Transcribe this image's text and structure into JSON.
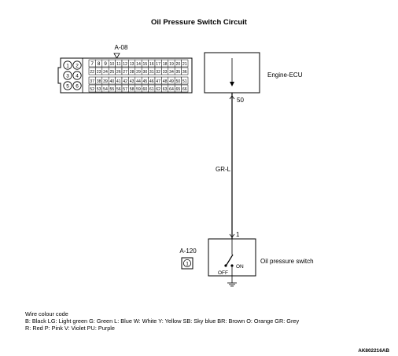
{
  "diagram": {
    "title": "Oil Pressure Switch Circuit",
    "connector_a08": {
      "label": "A-08",
      "pins_large": [
        "1",
        "2",
        "3",
        "4",
        "5",
        "6"
      ],
      "pins_row1": [
        "7",
        "8",
        "9",
        "10",
        "11",
        "12",
        "13",
        "14",
        "15",
        "16",
        "17",
        "18",
        "19",
        "20",
        "21"
      ],
      "pins_row2": [
        "22",
        "23",
        "24",
        "25",
        "26",
        "27",
        "28",
        "29",
        "30",
        "31",
        "32",
        "33",
        "34",
        "35",
        "36"
      ],
      "pins_row3": [
        "37",
        "38",
        "39",
        "40",
        "41",
        "42",
        "43",
        "44",
        "45",
        "46",
        "47",
        "48",
        "49",
        "50",
        "51"
      ],
      "pins_row4": [
        "52",
        "53",
        "54",
        "55",
        "56",
        "57",
        "58",
        "59",
        "60",
        "61",
        "62",
        "63",
        "64",
        "65",
        "66"
      ]
    },
    "ecu": {
      "label": "Engine-ECU",
      "pin": "50"
    },
    "wire": {
      "color": "GR-L"
    },
    "switch": {
      "label": "Oil pressure switch",
      "pin": "1",
      "state_off": "OFF",
      "state_on": "ON"
    },
    "connector_a120": {
      "label": "A-120",
      "pin": "1"
    },
    "legend": {
      "title": "Wire colour code",
      "line1": "B: Black  LG: Light green  G: Green  L: Blue  W: White  Y: Yellow  SB: Sky blue  BR: Brown  O: Orange  GR: Grey",
      "line2": "R: Red  P: Pink  V: Violet  PU: Purple"
    },
    "code": "AK802216AB"
  }
}
